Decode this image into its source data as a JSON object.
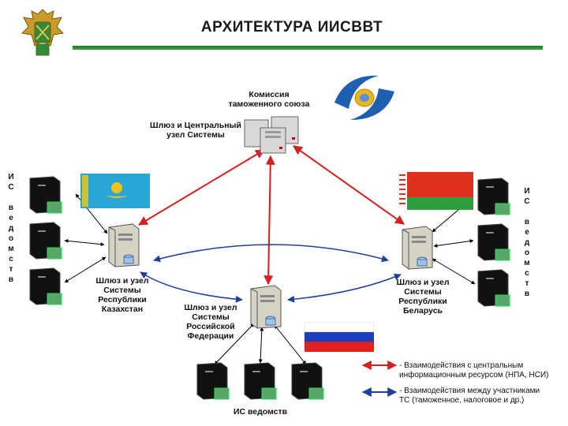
{
  "title": "АРХИТЕКТУРА ИИСВВТ",
  "commission": {
    "line1": "Комиссия",
    "line2": "таможенного союза"
  },
  "central_gateway": {
    "line1": "Шлюз и Центральный",
    "line2": "узел Системы"
  },
  "kazakhstan_gateway": {
    "line1": "Шлюз и узел",
    "line2": "Системы",
    "line3": "Республики",
    "line4": "Казахстан"
  },
  "russia_gateway": {
    "line1": "Шлюз и узел",
    "line2": "Системы",
    "line3": "Российской",
    "line4": "Федерации"
  },
  "belarus_gateway": {
    "line1": "Шлюз  и узел",
    "line2": "Системы",
    "line3": "Республики",
    "line4": "Беларусь"
  },
  "left_is_label": [
    "И",
    "С",
    "",
    "в",
    "е",
    "д",
    "о",
    "м",
    "с",
    "т",
    "в"
  ],
  "right_is_label": [
    "И",
    "С",
    "",
    "в",
    "е",
    "д",
    "о",
    "м",
    "с",
    "т",
    "в"
  ],
  "bottom_is_label": "ИС ведомств",
  "legend": {
    "red_line1": "- Взаимодействия с центральным",
    "red_line2": "информационным ресурсом (НПА, НСИ)",
    "blue_line1": "- Взаимодействия между участниками",
    "blue_line2": "ТС (таможенное, налоговое и др.)"
  },
  "colors": {
    "red_arrow": "#d42020",
    "blue_arrow": "#1f3fa0",
    "black_arrow": "#000000",
    "rule": "#2a8f36"
  }
}
